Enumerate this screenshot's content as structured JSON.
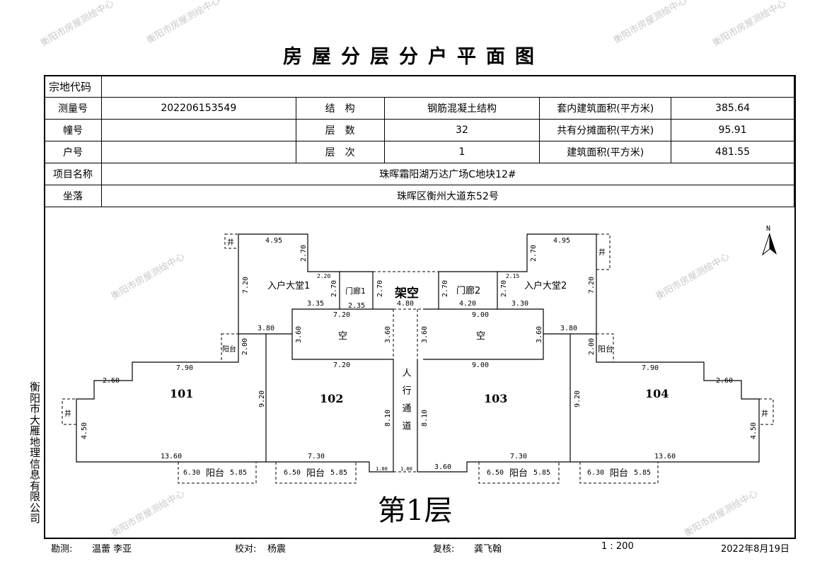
{
  "title": "房屋分层分户平面图",
  "watermark": "衡阳市房屋测绘中心",
  "table": {
    "parcel_code_label": "宗地代码",
    "parcel_code": "",
    "survey_no_label": "测量号",
    "survey_no": "202206153549",
    "structure_label": "结　构",
    "structure": "钢筋混凝土结构",
    "inner_area_label": "套内建筑面积(平方米)",
    "inner_area": "385.64",
    "building_no_label": "幢号",
    "building_no": "",
    "floors_label": "层　数",
    "floors": "32",
    "shared_area_label": "共有分摊面积(平方米)",
    "shared_area": "95.91",
    "unit_no_label": "户号",
    "unit_no": "",
    "floor_label": "层　次",
    "floor": "1",
    "building_area_label": "建筑面积(平方米)",
    "building_area": "481.55",
    "project_label": "项目名称",
    "project": "珠晖霜阳湖万达广场C地块12#",
    "location_label": "坐落",
    "location": "珠晖区衡州大道东52号"
  },
  "plan": {
    "north": "N",
    "floor_title": "第1层",
    "rooms": {
      "lobby1": "入户大堂1",
      "porch1": "门廊1",
      "stilt": "架空",
      "porch2": "门廊2",
      "lobby2": "入户大堂2",
      "void": "空",
      "u101": "101",
      "u102": "102",
      "u103": "103",
      "u104": "104",
      "balcony": "阳台",
      "well": "井",
      "walkway": "人行通道"
    },
    "dims": [
      "4.95",
      "2.70",
      "7.20",
      "2.20",
      "2.70",
      "3.35",
      "2.35",
      "2.70",
      "4.80",
      "2.70",
      "4.20",
      "2.70",
      "2.15",
      "3.30",
      "4.95",
      "2.70",
      "7.20",
      "7.20",
      "9.00",
      "3.80",
      "3.80",
      "3.60",
      "3.60",
      "3.60",
      "3.60",
      "7.20",
      "9.00",
      "7.90",
      "7.90",
      "2.60",
      "2.60",
      "9.20",
      "9.20",
      "8.10",
      "8.10",
      "4.50",
      "4.50",
      "13.60",
      "7.30",
      "7.30",
      "13.60",
      "3.60",
      "2.00",
      "2.00",
      "6.30",
      "6.50",
      "6.50",
      "6.30",
      "5.85",
      "5.85",
      "5.85",
      "5.85",
      "1.80",
      "1.80"
    ]
  },
  "company": "衡阳市大雁地理信息有限公司",
  "footer": {
    "surveyor_label": "勘测:",
    "surveyor": "温蕾 李亚",
    "checker_label": "校对:",
    "checker": "杨震",
    "reviewer_label": "复核:",
    "reviewer": "龚飞翰",
    "scale": "1 : 200",
    "date": "2022年8月19日"
  }
}
